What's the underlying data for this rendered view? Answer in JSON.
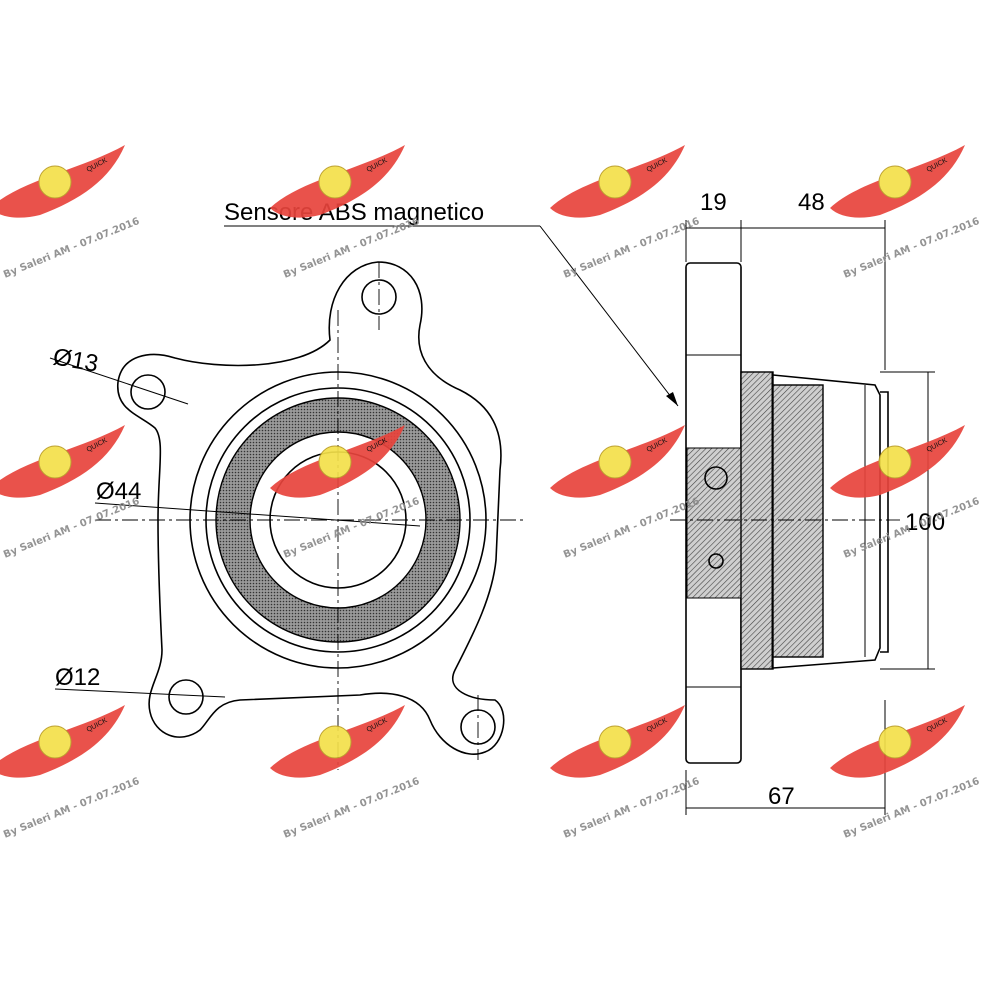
{
  "title": "Sensore ABS magnetico",
  "dimensions": {
    "d_bolt_hole_top": "Ø13",
    "d_bore": "Ø44",
    "d_bolt_hole_bottom": "Ø12",
    "flange_thickness": "19",
    "hub_length": "48",
    "total_length": "67",
    "pilot_diameter": "100"
  },
  "watermark": {
    "text": "By Saleri AM - 07.07.2016",
    "logo_text": "QUICK"
  },
  "colors": {
    "line": "#000000",
    "watermark_red": "#e8443c",
    "watermark_yellow": "#f4e04a",
    "hatch_gray": "#7a7a7a"
  }
}
